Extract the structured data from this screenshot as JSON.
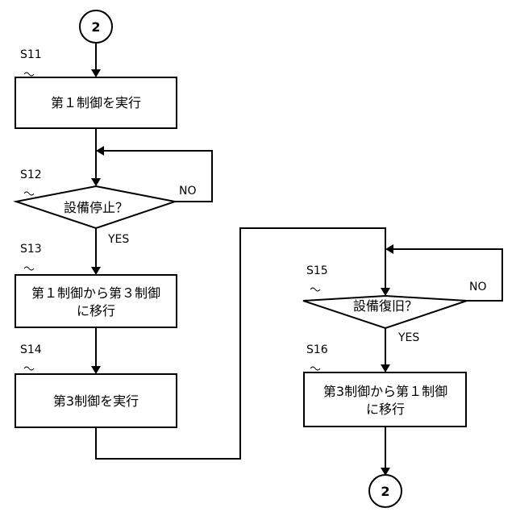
{
  "connectors": {
    "top": "2",
    "bottom": "2"
  },
  "steps": {
    "s11": {
      "id": "S11",
      "lines": [
        "第１制御を実行"
      ]
    },
    "s12": {
      "id": "S12",
      "lines": [
        "設備停止？"
      ],
      "yes": "YES",
      "no": "NO"
    },
    "s13": {
      "id": "S13",
      "lines": [
        "第１制御から第３制御",
        "に移行"
      ]
    },
    "s14": {
      "id": "S14",
      "lines": [
        "第3制御を実行"
      ]
    },
    "s15": {
      "id": "S15",
      "lines": [
        "設備復旧？"
      ],
      "yes": "YES",
      "no": "NO"
    },
    "s16": {
      "id": "S16",
      "lines": [
        "第3制御から第１制御",
        "に移行"
      ]
    }
  }
}
